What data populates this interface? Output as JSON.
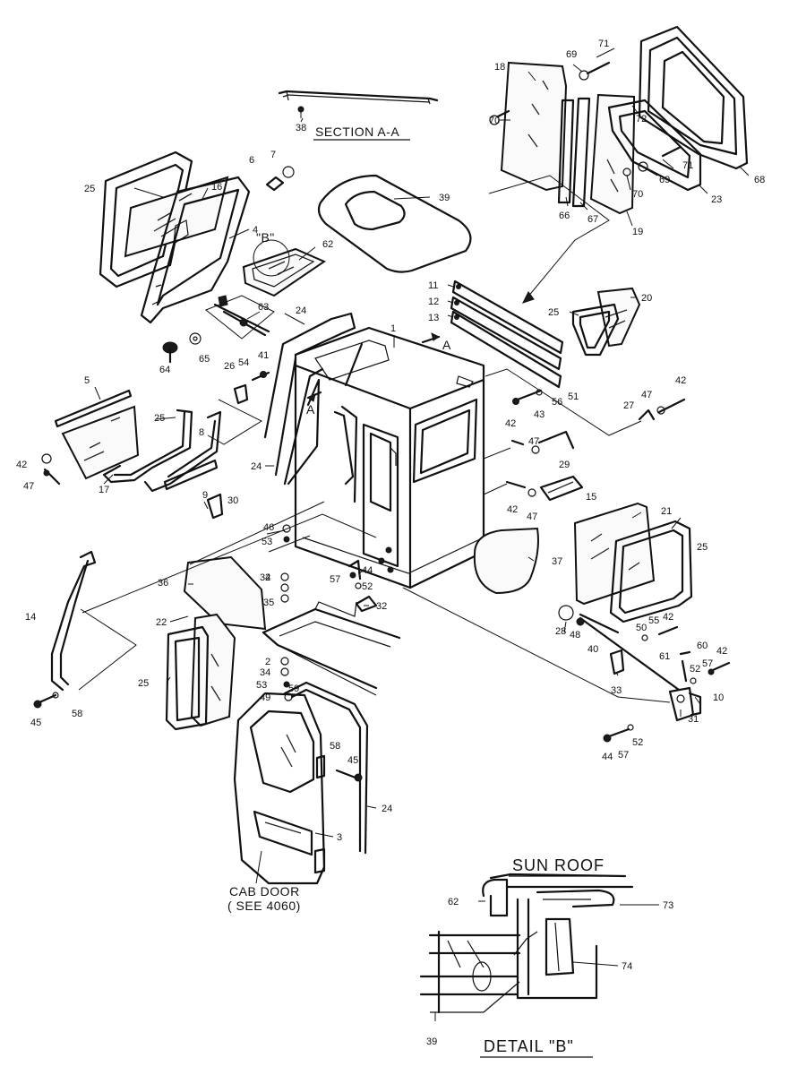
{
  "captions": {
    "section_aa": "SECTION A-A",
    "cab_door_line1": "CAB DOOR",
    "cab_door_line2": "( SEE 4060)",
    "sun_roof": "SUN ROOF",
    "detail_b": "DETAIL \"B\"",
    "marker_b": "\"B\"",
    "marker_a1": "A",
    "marker_a2": "A"
  },
  "callouts": [
    {
      "id": "c1",
      "label": "1"
    },
    {
      "id": "c2a",
      "label": "2"
    },
    {
      "id": "c2b",
      "label": "2"
    },
    {
      "id": "c3",
      "label": "3"
    },
    {
      "id": "c4",
      "label": "4"
    },
    {
      "id": "c5",
      "label": "5"
    },
    {
      "id": "c6",
      "label": "6"
    },
    {
      "id": "c7",
      "label": "7"
    },
    {
      "id": "c8",
      "label": "8"
    },
    {
      "id": "c9",
      "label": "9"
    },
    {
      "id": "c10",
      "label": "10"
    },
    {
      "id": "c11",
      "label": "11"
    },
    {
      "id": "c12",
      "label": "12"
    },
    {
      "id": "c13",
      "label": "13"
    },
    {
      "id": "c14",
      "label": "14"
    },
    {
      "id": "c15",
      "label": "15"
    },
    {
      "id": "c16",
      "label": "16"
    },
    {
      "id": "c17",
      "label": "17"
    },
    {
      "id": "c18",
      "label": "18"
    },
    {
      "id": "c19",
      "label": "19"
    },
    {
      "id": "c20",
      "label": "20"
    },
    {
      "id": "c21",
      "label": "21"
    },
    {
      "id": "c22",
      "label": "22"
    },
    {
      "id": "c23",
      "label": "23"
    },
    {
      "id": "c24a",
      "label": "24"
    },
    {
      "id": "c24b",
      "label": "24"
    },
    {
      "id": "c24c",
      "label": "24"
    },
    {
      "id": "c25a",
      "label": "25"
    },
    {
      "id": "c25b",
      "label": "25"
    },
    {
      "id": "c25c",
      "label": "25"
    },
    {
      "id": "c25d",
      "label": "25"
    },
    {
      "id": "c25e",
      "label": "25"
    },
    {
      "id": "c26",
      "label": "26"
    },
    {
      "id": "c27",
      "label": "27"
    },
    {
      "id": "c28",
      "label": "28"
    },
    {
      "id": "c29",
      "label": "29"
    },
    {
      "id": "c30",
      "label": "30"
    },
    {
      "id": "c31",
      "label": "31"
    },
    {
      "id": "c32",
      "label": "32"
    },
    {
      "id": "c33",
      "label": "33"
    },
    {
      "id": "c34a",
      "label": "34"
    },
    {
      "id": "c34b",
      "label": "34"
    },
    {
      "id": "c35",
      "label": "35"
    },
    {
      "id": "c36",
      "label": "36"
    },
    {
      "id": "c37",
      "label": "37"
    },
    {
      "id": "c38",
      "label": "38"
    },
    {
      "id": "c39a",
      "label": "39"
    },
    {
      "id": "c39b",
      "label": "39"
    },
    {
      "id": "c40",
      "label": "40"
    },
    {
      "id": "c41",
      "label": "41"
    },
    {
      "id": "c42a",
      "label": "42"
    },
    {
      "id": "c42b",
      "label": "42"
    },
    {
      "id": "c42c",
      "label": "42"
    },
    {
      "id": "c42d",
      "label": "42"
    },
    {
      "id": "c42e",
      "label": "42"
    },
    {
      "id": "c42f",
      "label": "42"
    },
    {
      "id": "c43",
      "label": "43"
    },
    {
      "id": "c44a",
      "label": "44"
    },
    {
      "id": "c44b",
      "label": "44"
    },
    {
      "id": "c45a",
      "label": "45"
    },
    {
      "id": "c45b",
      "label": "45"
    },
    {
      "id": "c46",
      "label": "46"
    },
    {
      "id": "c47a",
      "label": "47"
    },
    {
      "id": "c47b",
      "label": "47"
    },
    {
      "id": "c47c",
      "label": "47"
    },
    {
      "id": "c47d",
      "label": "47"
    },
    {
      "id": "c48",
      "label": "48"
    },
    {
      "id": "c49",
      "label": "49"
    },
    {
      "id": "c50",
      "label": "50"
    },
    {
      "id": "c51",
      "label": "51"
    },
    {
      "id": "c52a",
      "label": "52"
    },
    {
      "id": "c52b",
      "label": "52"
    },
    {
      "id": "c52c",
      "label": "52"
    },
    {
      "id": "c53a",
      "label": "53"
    },
    {
      "id": "c53b",
      "label": "53"
    },
    {
      "id": "c54",
      "label": "54"
    },
    {
      "id": "c55",
      "label": "55"
    },
    {
      "id": "c56",
      "label": "56"
    },
    {
      "id": "c57a",
      "label": "57"
    },
    {
      "id": "c57b",
      "label": "57"
    },
    {
      "id": "c57c",
      "label": "57"
    },
    {
      "id": "c58a",
      "label": "58"
    },
    {
      "id": "c58b",
      "label": "58"
    },
    {
      "id": "c59",
      "label": "59"
    },
    {
      "id": "c60",
      "label": "60"
    },
    {
      "id": "c61",
      "label": "61"
    },
    {
      "id": "c62a",
      "label": "62"
    },
    {
      "id": "c62b",
      "label": "62"
    },
    {
      "id": "c63",
      "label": "63"
    },
    {
      "id": "c64",
      "label": "64"
    },
    {
      "id": "c65",
      "label": "65"
    },
    {
      "id": "c66",
      "label": "66"
    },
    {
      "id": "c67",
      "label": "67"
    },
    {
      "id": "c68",
      "label": "68"
    },
    {
      "id": "c69a",
      "label": "69"
    },
    {
      "id": "c69b",
      "label": "69"
    },
    {
      "id": "c70a",
      "label": "70"
    },
    {
      "id": "c70b",
      "label": "70"
    },
    {
      "id": "c71a",
      "label": "71"
    },
    {
      "id": "c71b",
      "label": "71"
    },
    {
      "id": "c72",
      "label": "72"
    },
    {
      "id": "c73",
      "label": "73"
    },
    {
      "id": "c74",
      "label": "74"
    }
  ]
}
